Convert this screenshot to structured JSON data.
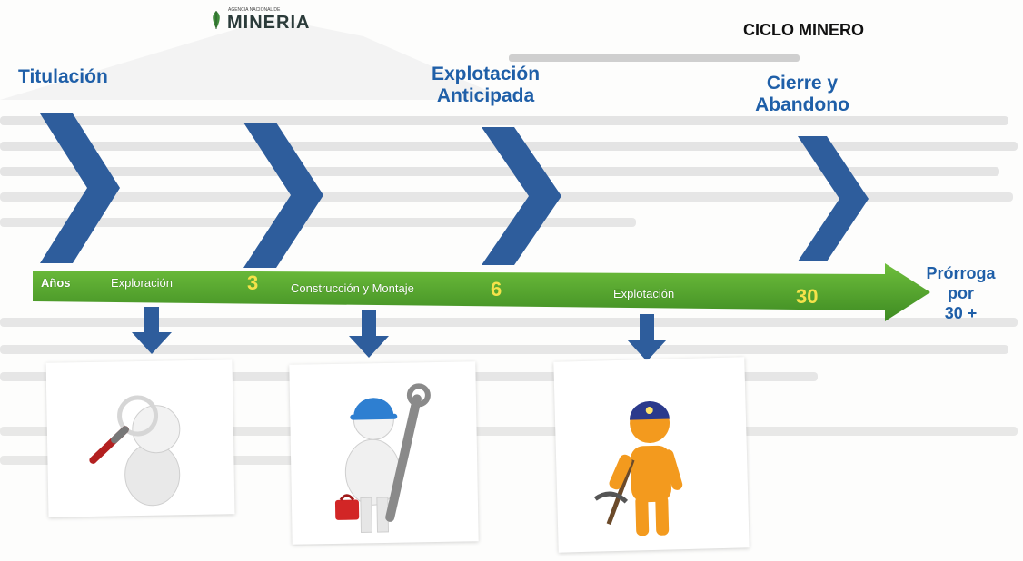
{
  "logo": {
    "brand": "MINERIA",
    "tagline": "AGENCIA NACIONAL DE"
  },
  "cycle_title": "CICLO MINERO",
  "stages": [
    {
      "label": "Titulación"
    },
    {
      "label": "Explotación\nAnticipada"
    },
    {
      "label": "Cierre y\nAbandono"
    }
  ],
  "timeline": {
    "start_label": "Años",
    "phases": [
      "Exploración",
      "Construcción y Montaje",
      "Explotación"
    ],
    "years": [
      "3",
      "6",
      "30"
    ],
    "extension": "Prórroga\npor\n30 +"
  },
  "colors": {
    "chevron": "#2e5d9c",
    "arrow_green": "#4b9b2a",
    "stage_text": "#1f5fa8",
    "year_text": "#f5e24a"
  }
}
